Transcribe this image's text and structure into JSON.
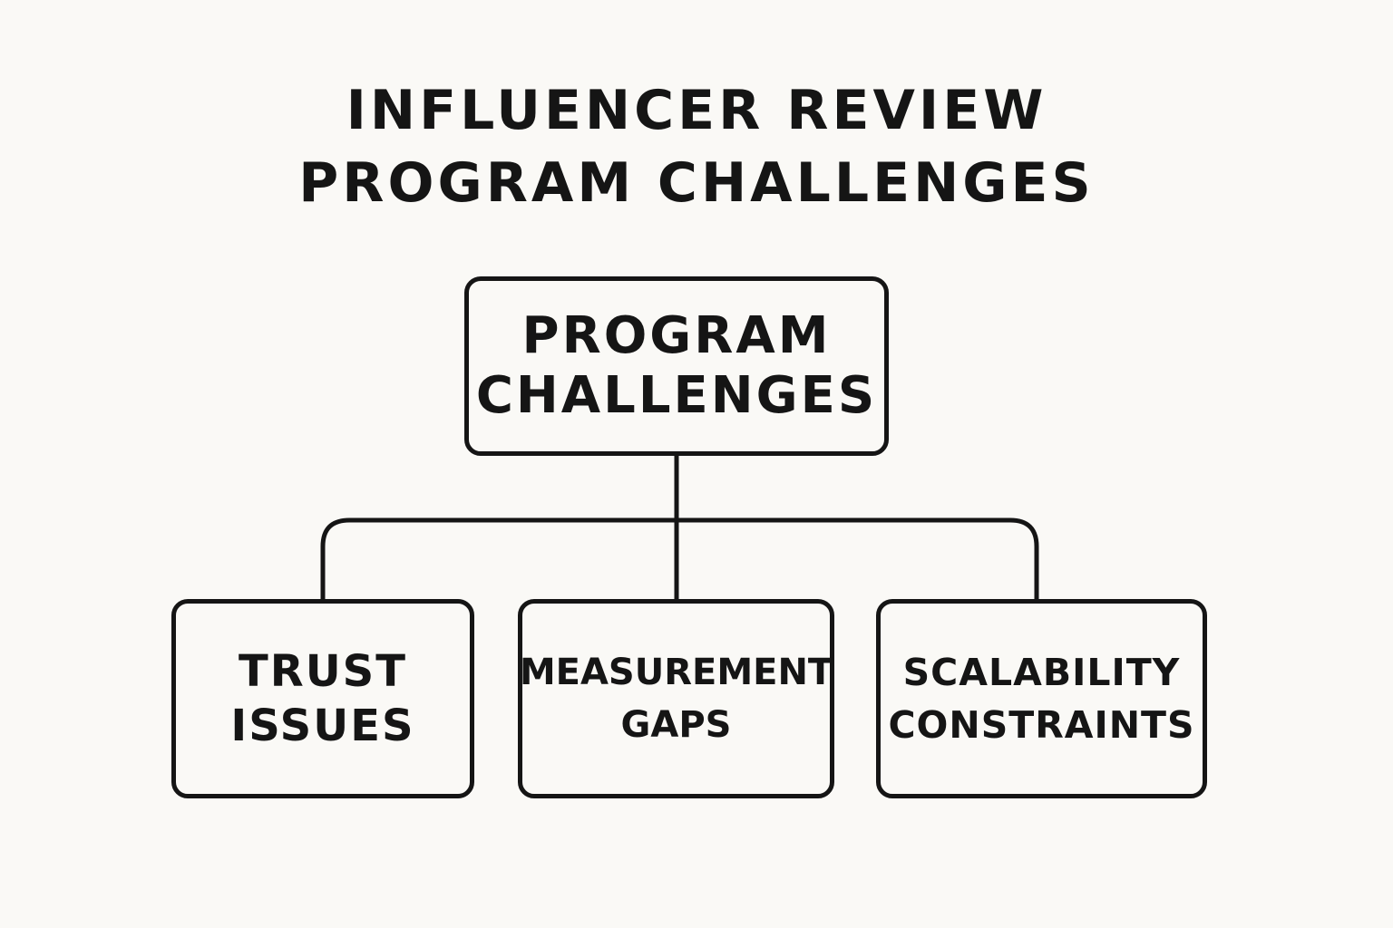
{
  "title": {
    "line1": "INFLUENCER REVIEW",
    "line2": "PROGRAM CHALLENGES"
  },
  "root": {
    "line1": "PROGRAM",
    "line2": "CHALLENGES"
  },
  "children": [
    {
      "line1": "TRUST",
      "line2": "ISSUES"
    },
    {
      "line1": "MEASUREMENT",
      "line2": "GAPS"
    },
    {
      "line1": "SCALABILITY",
      "line2": "CONSTRAINTS"
    }
  ],
  "colors": {
    "background": "#faf9f6",
    "stroke": "#151515"
  }
}
